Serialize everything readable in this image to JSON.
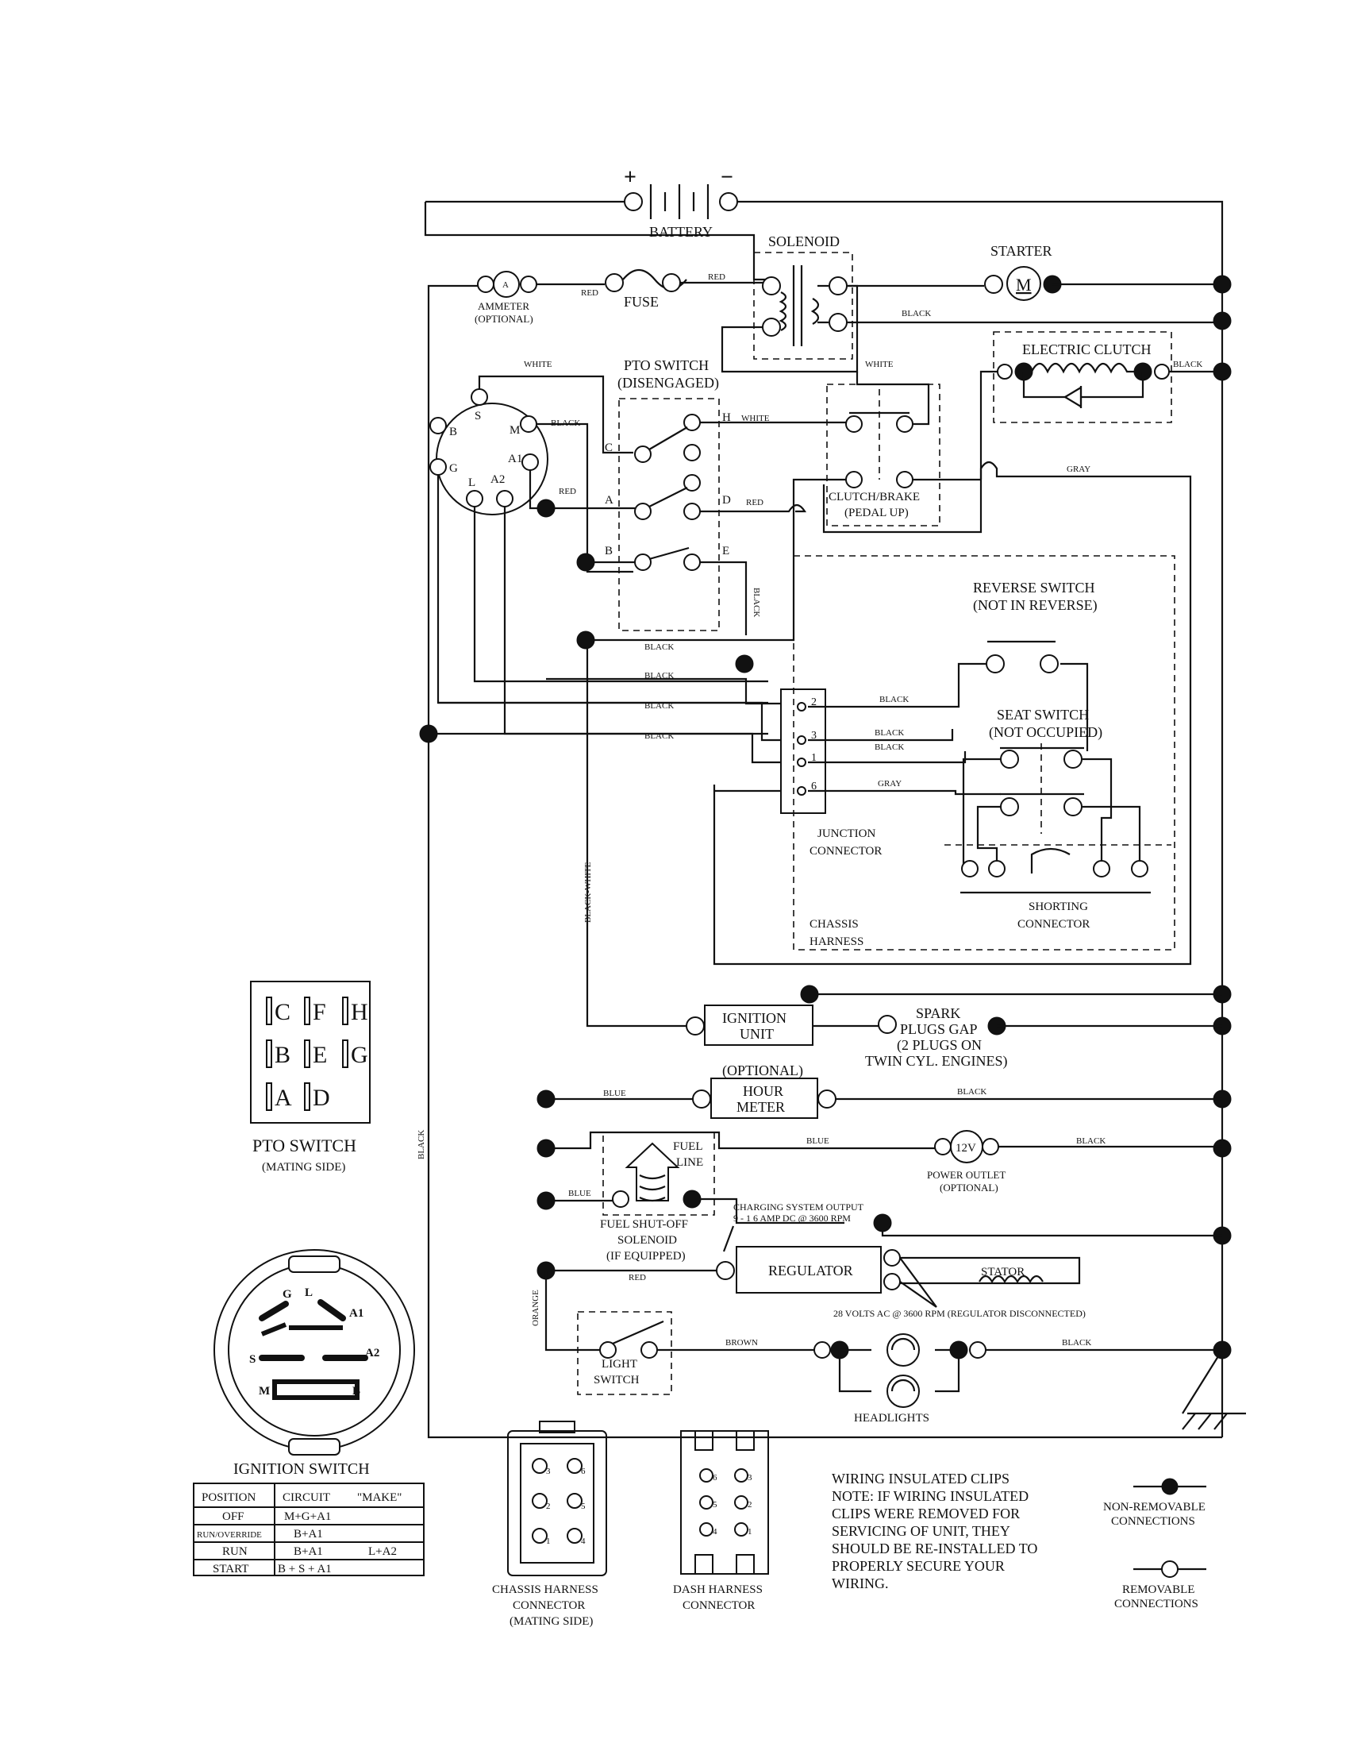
{
  "components": {
    "battery": "BATTERY",
    "battery_plus": "+",
    "battery_minus": "−",
    "solenoid": "SOLENOID",
    "starter": "STARTER",
    "starter_symbol": "M",
    "ammeter_line1": "AMMETER",
    "ammeter_line2": "(OPTIONAL)",
    "ammeter_symbol": "A",
    "fuse": "FUSE",
    "electric_clutch": "ELECTRIC CLUTCH",
    "pto_switch_line1": "PTO SWITCH",
    "pto_switch_line2": "(DISENGAGED)",
    "clutch_brake_line1": "CLUTCH/BRAKE",
    "clutch_brake_line2": "(PEDAL UP)",
    "reverse_switch_line1": "REVERSE SWITCH",
    "reverse_switch_line2": "(NOT IN REVERSE)",
    "seat_switch_line1": "SEAT SWITCH",
    "seat_switch_line2": "(NOT OCCUPIED)",
    "junction_connector_line1": "JUNCTION",
    "junction_connector_line2": "CONNECTOR",
    "shorting_connector_line1": "SHORTING",
    "shorting_connector_line2": "CONNECTOR",
    "chassis_harness_line1": "CHASSIS",
    "chassis_harness_line2": "HARNESS",
    "ignition_unit_line1": "IGNITION",
    "ignition_unit_line2": "UNIT",
    "spark_line1": "SPARK",
    "spark_line2": "PLUGS GAP",
    "spark_line3": "(2 PLUGS ON",
    "spark_line4": "TWIN CYL. ENGINES)",
    "optional": "(OPTIONAL)",
    "hour_meter_line1": "HOUR",
    "hour_meter_line2": "METER",
    "power_outlet_symbol": "12V",
    "power_outlet_line1": "POWER OUTLET",
    "power_outlet_line2": "(OPTIONAL)",
    "fuel_line_1": "FUEL",
    "fuel_line_2": "LINE",
    "fuel_solenoid_line1": "FUEL SHUT-OFF",
    "fuel_solenoid_line2": "SOLENOID",
    "fuel_solenoid_line3": "(IF EQUIPPED)",
    "charging_line1": "CHARGING SYSTEM OUTPUT",
    "charging_line2": "9 - 1 6 AMP DC @ 3600 RPM",
    "regulator": "REGULATOR",
    "stator": "STATOR",
    "ac_note": "28 VOLTS AC @ 3600 RPM (REGULATOR DISCONNECTED)",
    "light_switch_line1": "LIGHT",
    "light_switch_line2": "SWITCH",
    "headlights": "HEADLIGHTS"
  },
  "wires": {
    "red": "RED",
    "black": "BLACK",
    "white": "WHITE",
    "gray": "GRAY",
    "blue": "BLUE",
    "brown": "BROWN",
    "orange": "ORANGE",
    "black_white": "BLACK-WHITE"
  },
  "terminals": {
    "ign_s": "S",
    "ign_b": "B",
    "ign_m": "M",
    "ign_g": "G",
    "ign_a1": "A1",
    "ign_l": "L",
    "ign_a2": "A2",
    "pto_c": "C",
    "pto_h": "H",
    "pto_a": "A",
    "pto_d": "D",
    "pto_b": "B",
    "pto_e": "E",
    "jc_2": "2",
    "jc_3": "3",
    "jc_1": "1",
    "jc_6": "6"
  },
  "pto_mating": {
    "title": "PTO SWITCH",
    "subtitle": "(MATING SIDE)",
    "pins": [
      "C",
      "F",
      "H",
      "B",
      "E",
      "G",
      "A",
      "D"
    ]
  },
  "ignition_switch": {
    "title": "IGNITION SWITCH",
    "letters": [
      "G",
      "L",
      "A1",
      "A2",
      "S",
      "M",
      "B"
    ],
    "table_headers": [
      "POSITION",
      "CIRCUIT",
      "\"MAKE\""
    ],
    "rows": [
      {
        "position": "OFF",
        "circuit": "M+G+A1",
        "make": ""
      },
      {
        "position": "RUN/OVERRIDE",
        "circuit": "B+A1",
        "make": ""
      },
      {
        "position": "RUN",
        "circuit": "B+A1",
        "make": "L+A2"
      },
      {
        "position": "START",
        "circuit": "B + S + A1",
        "make": ""
      }
    ]
  },
  "connectors": {
    "chassis_line1": "CHASSIS HARNESS",
    "chassis_line2": "CONNECTOR",
    "chassis_line3": "(MATING SIDE)",
    "chassis_pins": [
      "3",
      "6",
      "2",
      "5",
      "1",
      "4"
    ],
    "dash_line1": "DASH HARNESS",
    "dash_line2": "CONNECTOR",
    "dash_pins": [
      "6",
      "3",
      "5",
      "2",
      "4",
      "1"
    ]
  },
  "notes": {
    "line1": "WIRING INSULATED CLIPS",
    "line2": "NOTE:  IF WIRING INSULATED",
    "line3": "CLIPS WERE REMOVED FOR",
    "line4": "SERVICING OF UNIT, THEY",
    "line5": "SHOULD BE RE-INSTALLED TO",
    "line6": "PROPERLY SECURE YOUR",
    "line7": "WIRING."
  },
  "legend": {
    "non_removable_line1": "NON-REMOVABLE",
    "non_removable_line2": "CONNECTIONS",
    "removable_line1": "REMOVABLE",
    "removable_line2": "CONNECTIONS"
  }
}
